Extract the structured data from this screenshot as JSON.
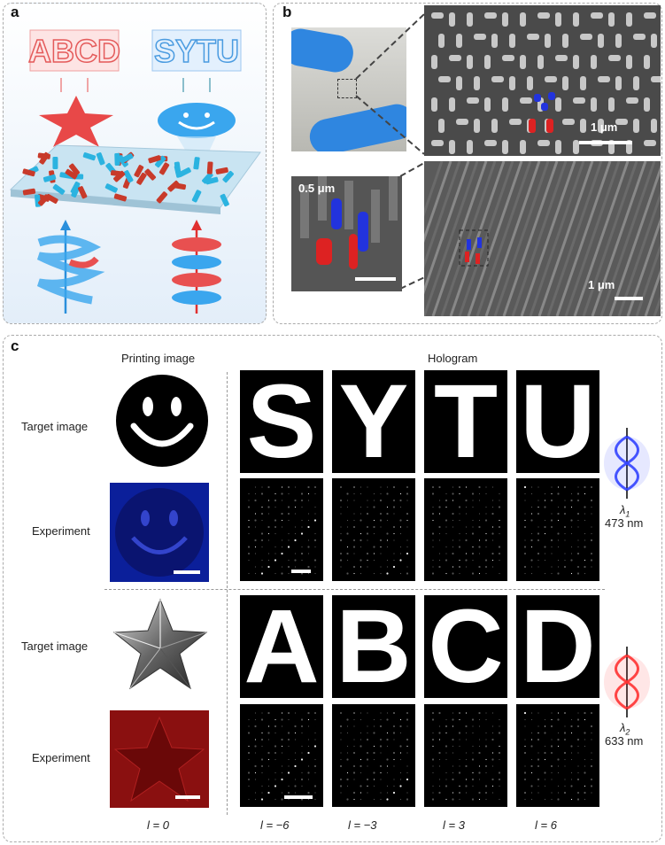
{
  "panels": {
    "a": {
      "label": "a",
      "top_words": [
        "ABCD",
        "SYTU"
      ]
    },
    "b": {
      "label": "b",
      "scale_1": "1 μm",
      "scale_2": "0.5 μm",
      "scale_3": "1 μm"
    },
    "c": {
      "label": "c"
    }
  },
  "column_headers": {
    "printing": "Printing image",
    "hologram": "Hologram"
  },
  "row_labels": {
    "target1": "Target image",
    "experiment1": "Experiment",
    "target2": "Target image",
    "experiment2": "Experiment"
  },
  "hologram_letters_1": [
    "S",
    "Y",
    "T",
    "U"
  ],
  "hologram_letters_2": [
    "A",
    "B",
    "C",
    "D"
  ],
  "wavelengths": {
    "w1_symbol": "λ",
    "w1_sub": "1",
    "w1_value": "473 nm",
    "w2_symbol": "λ",
    "w2_sub": "2",
    "w2_value": "633 nm"
  },
  "l_values": [
    "l = 0",
    "l = −6",
    "l = −3",
    "l = 3",
    "l = 6"
  ],
  "colors": {
    "blue": "#2233dd",
    "red": "#dd2222",
    "panel_bg": "#e6f1fb"
  }
}
